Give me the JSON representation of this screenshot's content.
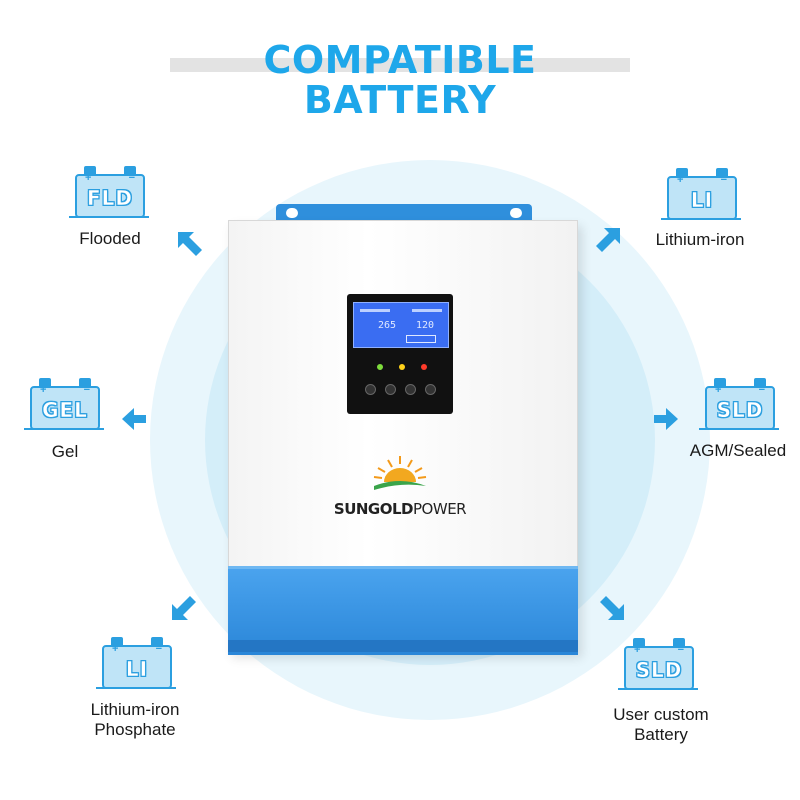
{
  "title": "COMPATIBLE BATTERY",
  "colors": {
    "accent": "#1ea7ea",
    "battery": "#2b9fe0",
    "inverter_blue": "#2f8fdc",
    "circle": "#d4eef9"
  },
  "batteries": [
    {
      "code": "FLD",
      "label": "Flooded",
      "icon": "battery-icon",
      "arrow": "arrow-up-right-icon"
    },
    {
      "code": "LI",
      "label": "Lithium-iron",
      "icon": "battery-icon",
      "arrow": "arrow-up-right-icon"
    },
    {
      "code": "GEL",
      "label": "Gel",
      "icon": "battery-icon",
      "arrow": "arrow-left-icon"
    },
    {
      "code": "SLD",
      "label": "AGM/Sealed",
      "icon": "battery-icon",
      "arrow": "arrow-right-icon"
    },
    {
      "code": "LI",
      "label_line1": "Lithium-iron",
      "label_line2": "Phosphate",
      "icon": "battery-icon",
      "arrow": "arrow-down-left-icon"
    },
    {
      "code": "SLD",
      "label_line1": "User custom",
      "label_line2": "Battery",
      "icon": "battery-icon",
      "arrow": "arrow-down-right-icon"
    }
  ],
  "inverter": {
    "lcd_left": "265",
    "lcd_right": "120",
    "logo_bold": "SUNGOLD",
    "logo_regular": "POWER"
  }
}
